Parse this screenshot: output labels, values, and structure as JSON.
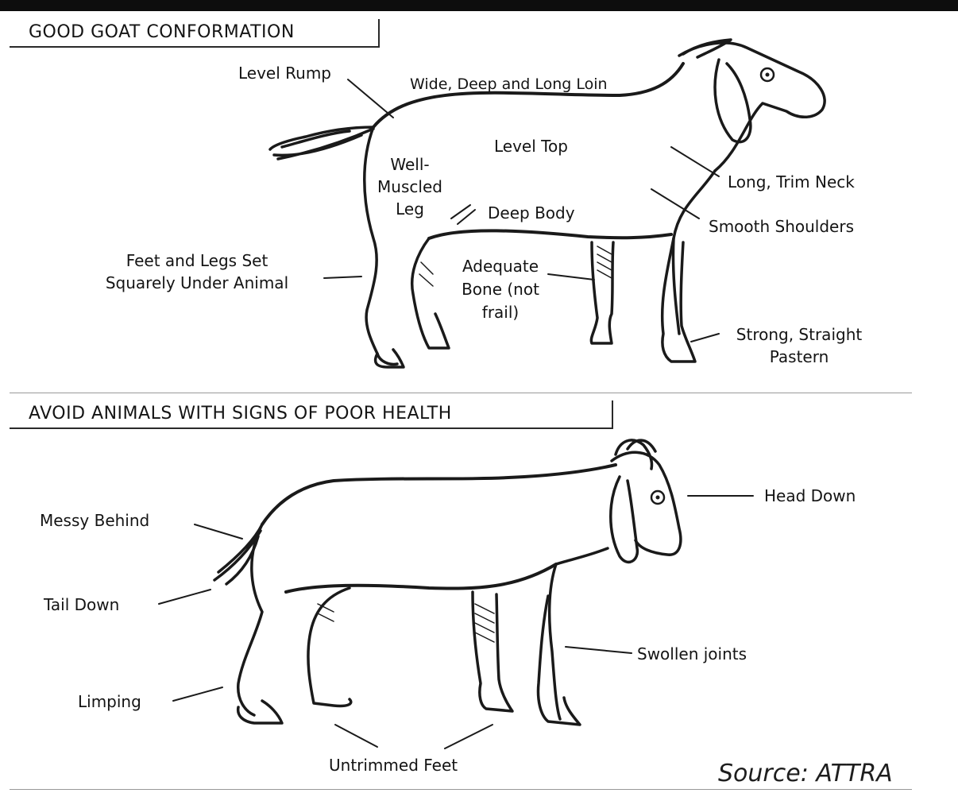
{
  "sections": [
    {
      "heading": "GOOD GOAT CONFORMATION"
    },
    {
      "heading": "AVOID ANIMALS WITH SIGNS OF POOR HEALTH"
    }
  ],
  "good_labels": {
    "level_rump": "Level Rump",
    "loin": "Wide, Deep and Long Loin",
    "level_top": "Level Top",
    "well_muscled_leg": [
      "Well-",
      "Muscled",
      "Leg"
    ],
    "deep_body": "Deep Body",
    "neck": "Long, Trim Neck",
    "shoulders": "Smooth Shoulders",
    "feet_legs": [
      "Feet and Legs Set",
      "Squarely Under Animal"
    ],
    "bone": [
      "Adequate",
      "Bone (not",
      "frail)"
    ],
    "pastern": [
      "Strong, Straight",
      "Pastern"
    ]
  },
  "poor_labels": {
    "messy_behind": "Messy Behind",
    "tail_down": "Tail Down",
    "limping": "Limping",
    "head_down": "Head Down",
    "swollen_joints": "Swollen joints",
    "untrimmed_feet": "Untrimmed Feet"
  },
  "source": "Source: ATTRA",
  "colors": {
    "ink": "#1a1a1a",
    "background": "#ffffff",
    "top_bar": "#0d0d0d",
    "separator": "#999999"
  }
}
